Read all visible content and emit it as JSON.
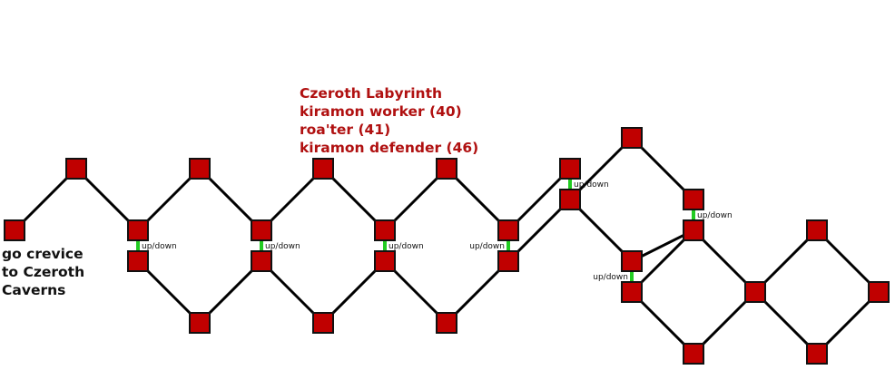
{
  "area_info": {
    "name": "Czeroth Labyrinth",
    "monsters": [
      "kiramon worker (40)",
      "roa'ter (41)",
      "kiramon defender (46)"
    ]
  },
  "exit_note": {
    "lines": [
      "go crevice",
      "to Czeroth",
      "Caverns"
    ]
  },
  "updown_label": "up/down",
  "colors": {
    "room_fill": "#c00000",
    "room_border": "#111111",
    "path": "#000000",
    "updown": "#22cc22",
    "title_text": "#b01010"
  }
}
